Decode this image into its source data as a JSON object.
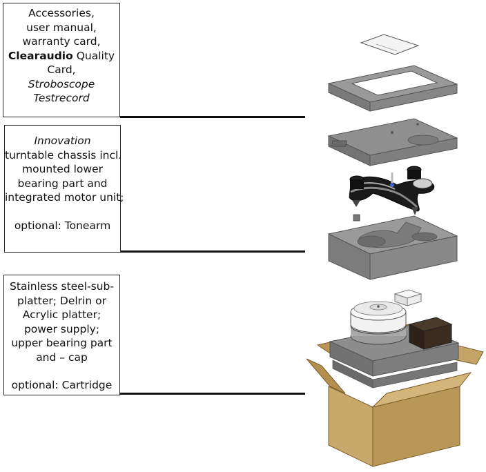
{
  "boxes": {
    "accessories": {
      "line1": "Accessories,",
      "line2": "user manual,",
      "line3": "warranty card,",
      "line4_bold": "Clearaudio",
      "line4_rest": " Quality",
      "line5": "Card,",
      "line6": "Stroboscope",
      "line7": "Testrecord"
    },
    "chassis": {
      "line1": "Innovation",
      "line2": "turntable chassis incl.",
      "line3": "mounted lower",
      "line4": "bearing part and",
      "line5": "integrated motor unit;",
      "line6": "optional: Tonearm"
    },
    "platter": {
      "line1": "Stainless steel-sub-",
      "line2": "platter; Delrin or",
      "line3": "Acrylic platter;",
      "line4": "power supply;",
      "line5": "upper bearing part",
      "line6": "and – cap",
      "line7": "optional: Cartridge"
    }
  },
  "colors": {
    "foam": "#8c8c8c",
    "foam_light": "#a8a8a8",
    "foam_dark": "#6e6e6e",
    "cardboard": "#c9a96b",
    "cardboard_dark": "#a88a52",
    "leader": "#111111"
  }
}
